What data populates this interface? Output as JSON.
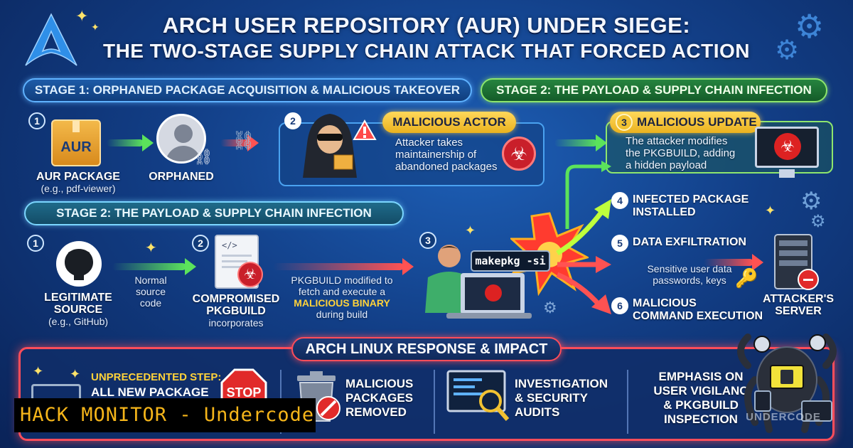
{
  "header": {
    "title_line1": "ARCH USER REPOSITORY (AUR) UNDER SIEGE:",
    "title_line2": "THE TWO-STAGE SUPPLY CHAIN ATTACK THAT FORCED ACTION"
  },
  "stage1": {
    "banner": "STAGE 1: ORPHANED PACKAGE ACQUISITION & MALICIOUS TAKEOVER",
    "step1_num": "1",
    "aur_box_text": "AUR",
    "aur_label": "AUR PACKAGE",
    "aur_sub": "(e.g., pdf-viewer)",
    "orphaned_label": "ORPHANED",
    "step2_num": "2",
    "actor_title": "MALICIOUS ACTOR",
    "actor_text_l1": "Attacker takes",
    "actor_text_l2": "maintainership of",
    "actor_text_l3": "abandoned packages"
  },
  "stage2_top": {
    "banner": "STAGE 2: THE PAYLOAD & SUPPLY CHAIN INFECTION",
    "step3_num": "3",
    "update_title": "MALICIOUS UPDATE",
    "update_text_l1": "The attacker modifies",
    "update_text_l2": "the PKGBUILD, adding",
    "update_text_l3": "a hidden payload"
  },
  "stage2": {
    "banner": "STAGE 2: THE PAYLOAD & SUPPLY CHAIN INFECTION",
    "step1_num": "1",
    "source_label_l1": "LEGITIMATE",
    "source_label_l2": "SOURCE",
    "source_sub": "(e.g., GitHub)",
    "flow_text_l1": "Normal",
    "flow_text_l2": "source",
    "flow_text_l3": "code",
    "step2_num": "2",
    "doc_glyph": "</>",
    "pkg_label_l1": "COMPROMISED",
    "pkg_label_l2": "PKGBUILD",
    "pkg_sub": "incorporates",
    "mod_text_l1": "PKGBUILD modified to",
    "mod_text_l2": "fetch and execute a",
    "mod_text_highlight": "MALICIOUS BINARY",
    "mod_text_l4": "during build",
    "step3_num": "3",
    "command": "makepkg -si",
    "step4_num": "4",
    "step4_label_l1": "INFECTED PACKAGE",
    "step4_label_l2": "INSTALLED",
    "step5_num": "5",
    "step5_label": "DATA EXFILTRATION",
    "exfil_text_l1": "Sensitive user data",
    "exfil_text_l2": "passwords, keys",
    "server_label_l1": "ATTACKER'S",
    "server_label_l2": "SERVER",
    "step6_num": "6",
    "step6_label_l1": "MALICIOUS",
    "step6_label_l2": "COMMAND EXECUTION"
  },
  "response": {
    "banner": "ARCH LINUX RESPONSE & IMPACT",
    "item1_l1": "UNPRECEDENTED STEP:",
    "item1_l2": "ALL NEW PACKAGE",
    "stop_text": "STOP",
    "item2_l1": "MALICIOUS",
    "item2_l2": "PACKAGES",
    "item2_l3": "REMOVED",
    "item3_l1": "INVESTIGATION",
    "item3_l2": "& SECURITY",
    "item3_l3": "AUDITS",
    "item4_l1": "EMPHASIS ON",
    "item4_l2": "USER VIGILANC",
    "item4_l3": "& PKGBUILD",
    "item4_l4": "INSPECTION"
  },
  "overlay": {
    "hack_monitor": "HACK MONITOR - Undercode",
    "watermark": "UNDERCODE"
  },
  "colors": {
    "accent_yellow": "#f1c232",
    "alert_red": "#ff4d5a",
    "flow_green": "#5be35b",
    "banner_blue": "#5fb2ff"
  }
}
